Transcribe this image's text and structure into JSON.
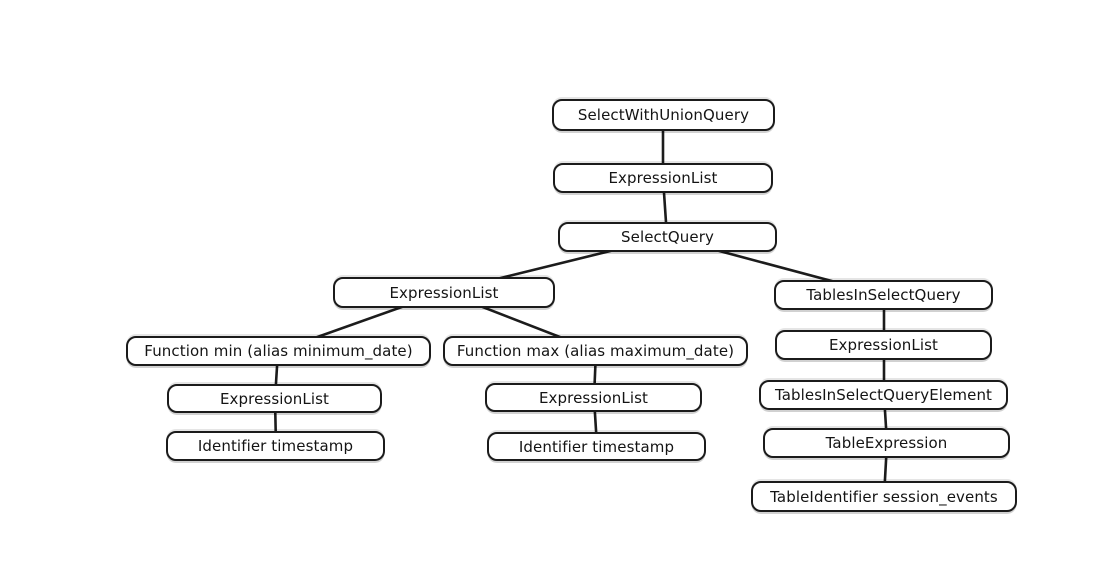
{
  "diagram": {
    "type": "tree",
    "subject": "SQL abstract syntax tree",
    "colors": {
      "stroke": "#1b1b1b",
      "node_fill": "#ffffff",
      "background": "#ffffff"
    },
    "nodes": [
      {
        "id": "select_with_union_query",
        "label": "SelectWithUnionQuery"
      },
      {
        "id": "expression_list_root",
        "label": "ExpressionList"
      },
      {
        "id": "select_query",
        "label": "SelectQuery"
      },
      {
        "id": "expression_list_select",
        "label": "ExpressionList"
      },
      {
        "id": "tables_in_select_query",
        "label": "TablesInSelectQuery"
      },
      {
        "id": "function_min",
        "label": "Function min (alias minimum_date)"
      },
      {
        "id": "function_max",
        "label": "Function max (alias maximum_date)"
      },
      {
        "id": "expression_list_tables",
        "label": "ExpressionList"
      },
      {
        "id": "expression_list_min",
        "label": "ExpressionList"
      },
      {
        "id": "expression_list_max",
        "label": "ExpressionList"
      },
      {
        "id": "tables_in_select_query_element",
        "label": "TablesInSelectQueryElement"
      },
      {
        "id": "identifier_timestamp_min",
        "label": "Identifier timestamp"
      },
      {
        "id": "identifier_timestamp_max",
        "label": "Identifier timestamp"
      },
      {
        "id": "table_expression",
        "label": "TableExpression"
      },
      {
        "id": "table_identifier_session_events",
        "label": "TableIdentifier session_events"
      }
    ],
    "edges": [
      [
        "select_with_union_query",
        "expression_list_root"
      ],
      [
        "expression_list_root",
        "select_query"
      ],
      [
        "select_query",
        "expression_list_select"
      ],
      [
        "select_query",
        "tables_in_select_query"
      ],
      [
        "expression_list_select",
        "function_min"
      ],
      [
        "expression_list_select",
        "function_max"
      ],
      [
        "function_min",
        "expression_list_min"
      ],
      [
        "expression_list_min",
        "identifier_timestamp_min"
      ],
      [
        "function_max",
        "expression_list_max"
      ],
      [
        "expression_list_max",
        "identifier_timestamp_max"
      ],
      [
        "tables_in_select_query",
        "expression_list_tables"
      ],
      [
        "expression_list_tables",
        "tables_in_select_query_element"
      ],
      [
        "tables_in_select_query_element",
        "table_expression"
      ],
      [
        "table_expression",
        "table_identifier_session_events"
      ]
    ]
  }
}
